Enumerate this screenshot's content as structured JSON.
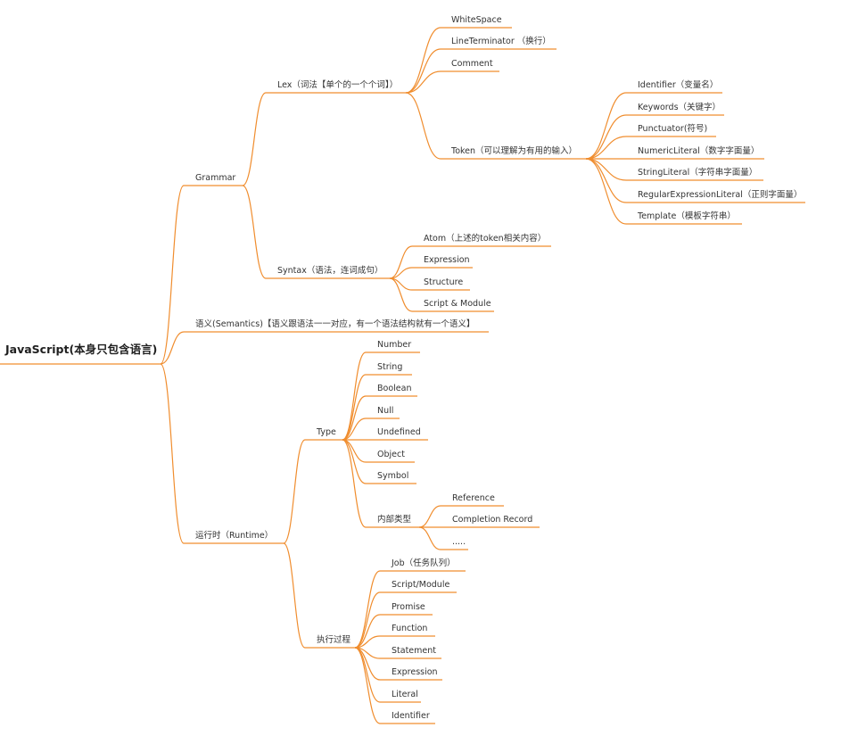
{
  "colors": {
    "line": "#f08d2e",
    "text": "#333333",
    "background": "#ffffff"
  },
  "mindmap": {
    "root": {
      "label": "JavaScript(本身只包含语言)"
    },
    "grammar": {
      "label": "Grammar",
      "lex": {
        "label": "Lex（词法【单个的一个个词】）",
        "whitespace": "WhiteSpace",
        "lineterminator": "LineTerminator （换行）",
        "comment": "Comment",
        "token": {
          "label": "Token（可以理解为有用的输入）",
          "identifier": "Identifier（变量名）",
          "keywords": "Keywords（关键字）",
          "punctuator": "Punctuator(符号)",
          "numeric": "NumericLiteral（数字字面量）",
          "string": "StringLiteral（字符串字面量）",
          "regexp": "RegularExpressionLiteral（正则字面量）",
          "template": "Template（模板字符串）"
        }
      },
      "syntax": {
        "label": "Syntax（语法，连词成句）",
        "atom": "Atom（上述的token相关内容）",
        "expression": "Expression",
        "structure": "Structure",
        "script_module": "Script & Module"
      }
    },
    "semantics": {
      "label": "语义(Semantics)【语义跟语法一一对应，有一个语法结构就有一个语义】"
    },
    "runtime": {
      "label": "运行时（Runtime）",
      "type": {
        "label": "Type",
        "number": "Number",
        "string": "String",
        "boolean": "Boolean",
        "null": "Null",
        "undefined": "Undefined",
        "object": "Object",
        "symbol": "Symbol",
        "internal": {
          "label": "内部类型",
          "reference": "Reference",
          "completion": "Completion Record",
          "more": "....."
        }
      },
      "execution": {
        "label": "执行过程",
        "job": "Job（任务队列）",
        "script_module": "Script/Module",
        "promise": "Promise",
        "function": "Function",
        "statement": "Statement",
        "expression": "Expression",
        "literal": "Literal",
        "identifier": "Identifier"
      }
    }
  }
}
